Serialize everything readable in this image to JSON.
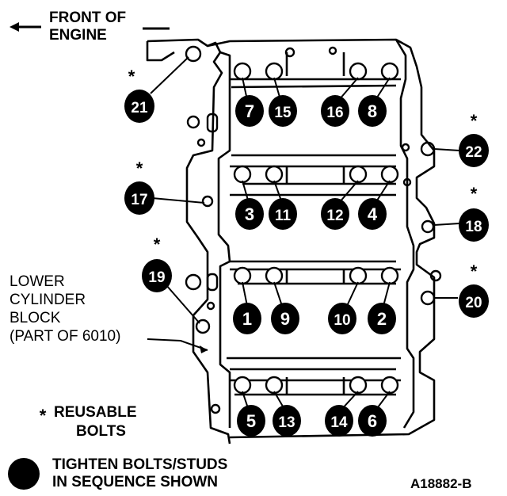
{
  "labels": {
    "front_line1": "FRONT OF",
    "front_line2": "ENGINE",
    "block_line1": "LOWER",
    "block_line2": "CYLINDER",
    "block_line3": "BLOCK",
    "block_line4": "(PART OF 6010)",
    "reusable_star": "*",
    "reusable_line1": "REUSABLE",
    "reusable_line2": "BOLTS",
    "tighten_line1": "TIGHTEN BOLTS/STUDS",
    "tighten_line2": "IN SEQUENCE SHOWN",
    "figure_id": "A18882-B"
  },
  "bolts": [
    {
      "n": "7"
    },
    {
      "n": "15"
    },
    {
      "n": "16"
    },
    {
      "n": "8"
    },
    {
      "n": "3"
    },
    {
      "n": "11"
    },
    {
      "n": "12"
    },
    {
      "n": "4"
    },
    {
      "n": "1"
    },
    {
      "n": "9"
    },
    {
      "n": "10"
    },
    {
      "n": "2"
    },
    {
      "n": "5"
    },
    {
      "n": "13"
    },
    {
      "n": "14"
    },
    {
      "n": "6"
    }
  ],
  "studs": [
    {
      "n": "21",
      "star": "*"
    },
    {
      "n": "17",
      "star": "*"
    },
    {
      "n": "19",
      "star": "*"
    },
    {
      "n": "22",
      "star": "*"
    },
    {
      "n": "18",
      "star": "*"
    },
    {
      "n": "20",
      "star": "*"
    }
  ]
}
